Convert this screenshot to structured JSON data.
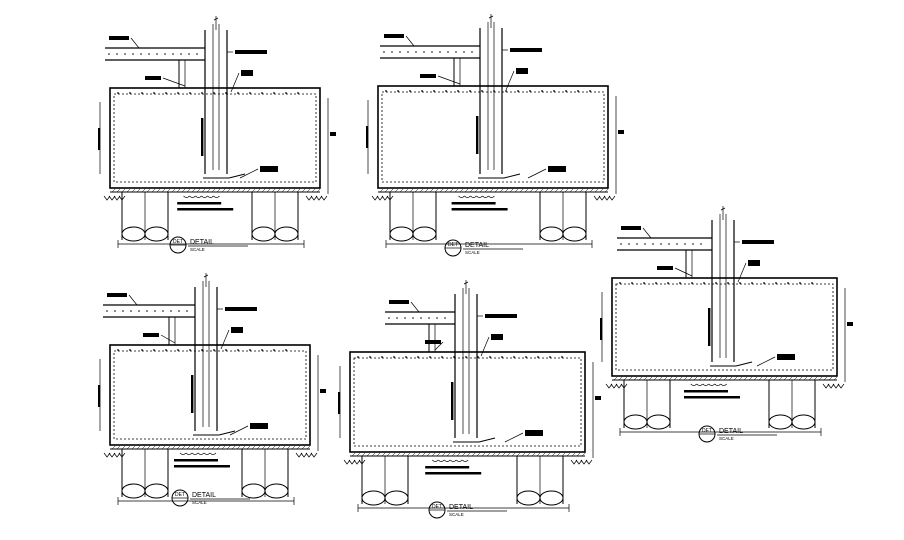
{
  "drawing": {
    "details": [
      {
        "id": "detail-1",
        "tag": "DET",
        "title": "DETAIL",
        "scale": "SCALE"
      },
      {
        "id": "detail-2",
        "tag": "DET",
        "title": "DETAIL",
        "scale": "SCALE"
      },
      {
        "id": "detail-3",
        "tag": "DET",
        "title": "DETAIL",
        "scale": "SCALE"
      },
      {
        "id": "detail-4",
        "tag": "DET",
        "title": "DETAIL",
        "scale": "SCALE"
      },
      {
        "id": "detail-5",
        "tag": "DET",
        "title": "DETAIL",
        "scale": "SCALE"
      }
    ],
    "colors": {
      "line": "#000000",
      "background": "#ffffff"
    }
  }
}
